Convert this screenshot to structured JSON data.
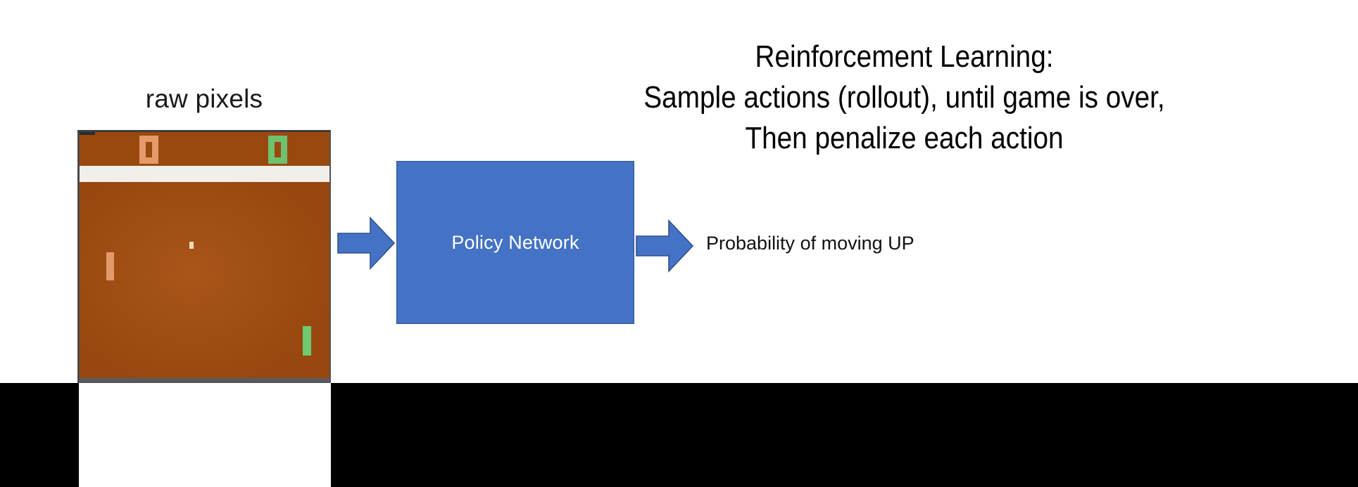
{
  "slide": {
    "background_color": "#ffffff",
    "heading": {
      "lines": [
        "Reinforcement Learning:",
        "Sample actions (rollout), until game is over,",
        "Then penalize each action"
      ],
      "color": "#000000"
    },
    "raw_pixels_caption": "raw pixels",
    "pong": {
      "field_color": "#9d4c13",
      "score_band_color": "#99490f",
      "divider_color": "#f2efeb",
      "left_score_digit": "0",
      "right_score_digit": "0",
      "left_score_color": "#e49a6a",
      "right_score_color": "#6fc16f",
      "left_paddle_color": "#e39a6b",
      "right_paddle_color": "#6fc96f",
      "ball_color": "#f2dfb4",
      "border_color": "#55555a"
    },
    "policy_network": {
      "label": "Policy Network",
      "fill_color": "#4472C4",
      "border_color": "#2f528f",
      "text_color": "#ffffff"
    },
    "arrows": {
      "input_arrow_name": "right-block-arrow",
      "output_arrow_name": "right-block-arrow",
      "fill_color": "#4472C4",
      "stroke_color": "#2f528f"
    },
    "output_caption": "Probability of moving UP",
    "bottom_bars": {
      "color": "#000000"
    }
  }
}
